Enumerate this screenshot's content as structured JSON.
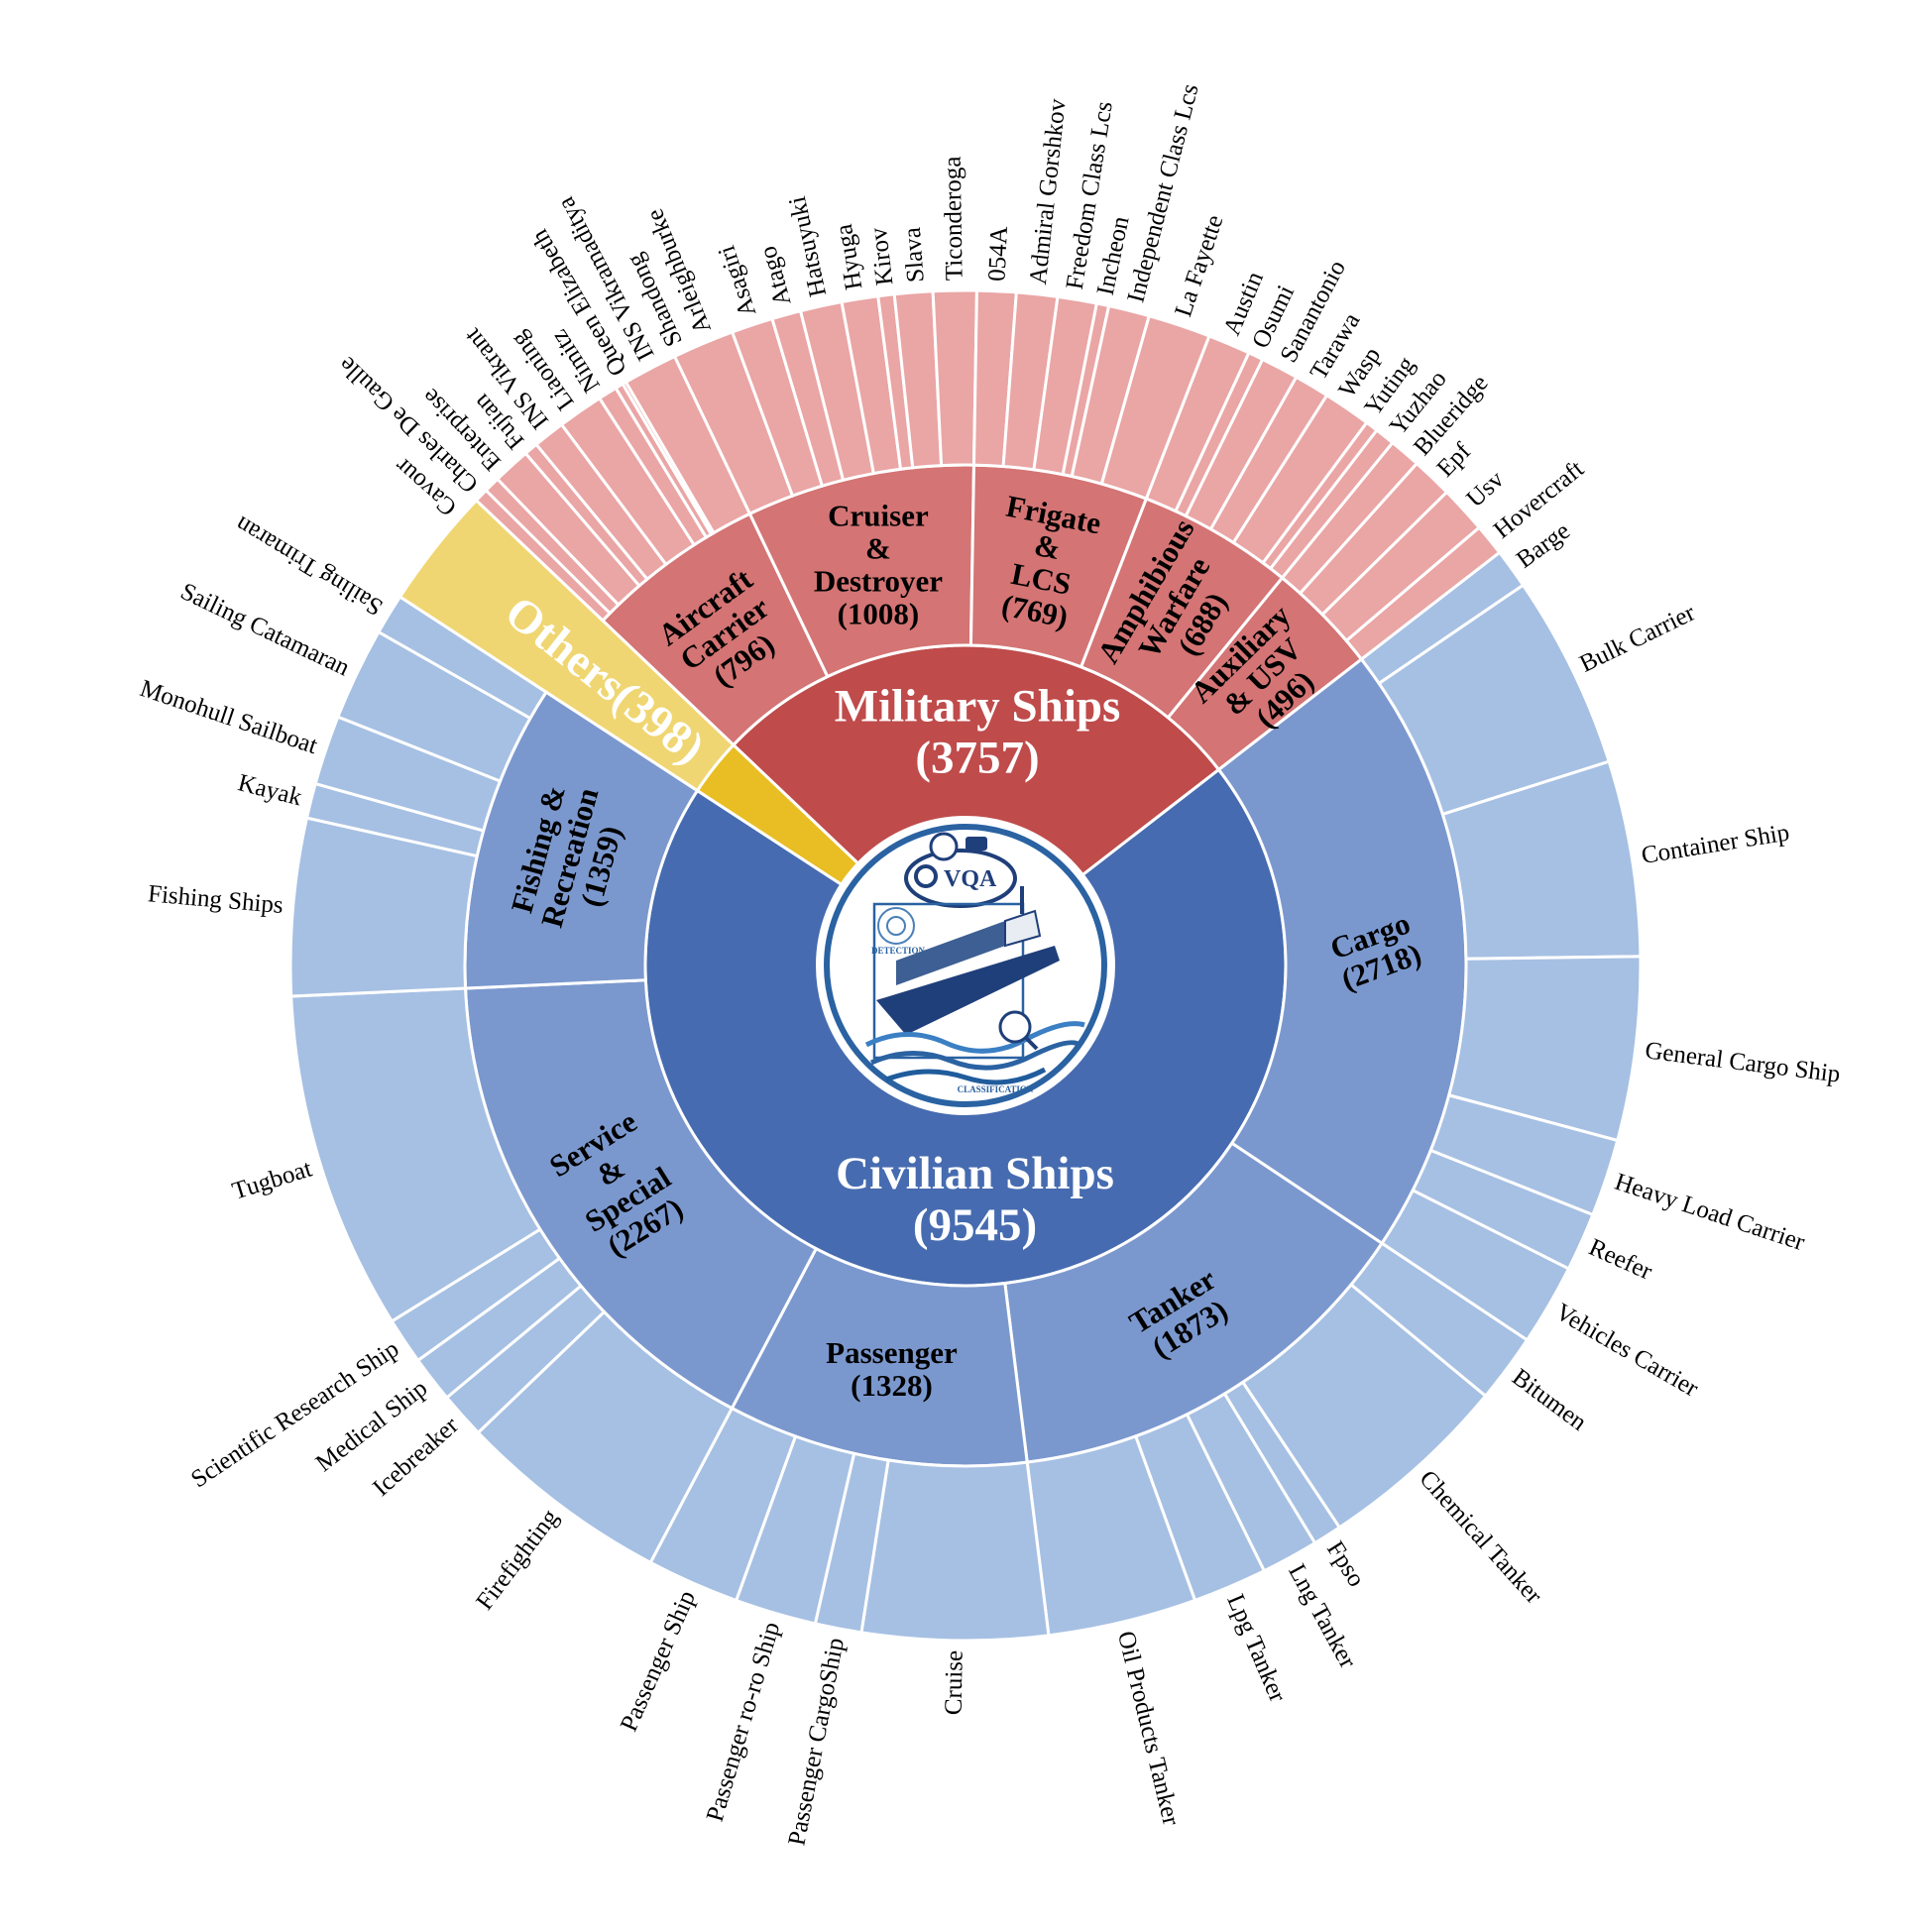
{
  "logo": {
    "texts": [
      "VQA",
      "DETECTION",
      "CLASSIFICATION"
    ],
    "colors": {
      "ring": "#2A62A2",
      "hull": "#1F3F7A",
      "water": "#3B7FC4"
    }
  },
  "colors": {
    "Others": [
      "#E8BE24",
      "#F0D672",
      "#F0D672"
    ],
    "Military Ships": [
      "#BF4B4B",
      "#D47474",
      "#EAA5A5"
    ],
    "Civilian Ships": [
      "#466BB0",
      "#7B98CE",
      "#A6C0E3"
    ]
  },
  "chart_data": {
    "type": "sunburst",
    "order": "clockwise",
    "children": [
      {
        "name": "Others",
        "value": 398,
        "label": "Others(398)",
        "children": []
      },
      {
        "name": "Military Ships",
        "value": 3757,
        "label_lines": [
          "Military Ships",
          "(3757)"
        ],
        "children": [
          {
            "name": "Aircraft Carrier",
            "value": 796,
            "label_lines": [
              "Aircraft",
              "Carrier",
              "(796)"
            ],
            "children": [
              {
                "name": "Cavour",
                "value": 45
              },
              {
                "name": "Charles De Gaulle",
                "value": 52
              },
              {
                "name": "Enterprise",
                "value": 123
              },
              {
                "name": "Fujian",
                "value": 45
              },
              {
                "name": "INS Vikrant",
                "value": 104
              },
              {
                "name": "Liaoning",
                "value": 149
              },
              {
                "name": "Nimitz",
                "value": 62
              },
              {
                "name": "Queen Elizabeth",
                "value": 26
              },
              {
                "name": "INS Vikramaditya",
                "value": 12
              },
              {
                "name": "Shandong",
                "value": 178
              }
            ]
          },
          {
            "name": "Cruiser & Destroyer",
            "value": 1008,
            "label_lines": [
              "Cruiser",
              "&",
              "Destroyer",
              "(1008)"
            ],
            "children": [
              {
                "name": "Arleighburke",
                "value": 202
              },
              {
                "name": "Asagiri",
                "value": 136
              },
              {
                "name": "Atago",
                "value": 95
              },
              {
                "name": "Hatsuyuki",
                "value": 136
              },
              {
                "name": "Hyuga",
                "value": 119
              },
              {
                "name": "Kirov",
                "value": 53
              },
              {
                "name": "Slava",
                "value": 125
              },
              {
                "name": "Ticonderoga",
                "value": 142
              }
            ]
          },
          {
            "name": "Frigate & LCS",
            "value": 769,
            "label_lines": [
              "Frigate",
              "&",
              "LCS",
              "(769)"
            ],
            "children": [
              {
                "name": "054A",
                "value": 128
              },
              {
                "name": "Admiral Gorshkov",
                "value": 134
              },
              {
                "name": "Freedom Class Lcs",
                "value": 128
              },
              {
                "name": "Incheon",
                "value": 40
              },
              {
                "name": "Independent Class Lcs",
                "value": 134
              },
              {
                "name": "La Fayette",
                "value": 205
              }
            ]
          },
          {
            "name": "Amphibious Warfare",
            "value": 688,
            "label_lines": [
              "Amphibious",
              "Warfare",
              "(688)"
            ],
            "children": [
              {
                "name": "Austin",
                "value": 139
              },
              {
                "name": "Osumi",
                "value": 49
              },
              {
                "name": "Sanantonio",
                "value": 123
              },
              {
                "name": "Tarawa",
                "value": 115
              },
              {
                "name": "Wasp",
                "value": 156
              },
              {
                "name": "Yuting",
                "value": 41
              },
              {
                "name": "Yuzhao",
                "value": 65
              }
            ]
          },
          {
            "name": "Auxiliary & USV",
            "value": 496,
            "label_lines": [
              "Auxiliary",
              "& USV",
              "(496)"
            ],
            "children": [
              {
                "name": "Blueridge",
                "value": 103
              },
              {
                "name": "Epf",
                "value": 134
              },
              {
                "name": "Usv",
                "value": 155
              },
              {
                "name": "Hovercraft",
                "value": 104
              }
            ]
          }
        ]
      },
      {
        "name": "Civilian Ships",
        "value": 9545,
        "label_lines": [
          "Civilian Ships",
          "(9545)"
        ],
        "children": [
          {
            "name": "Cargo",
            "value": 2718,
            "label_lines": [
              "Cargo",
              "(2718)"
            ],
            "children": [
              {
                "name": "Barge",
                "value": 130
              },
              {
                "name": "Bulk Carrier",
                "value": 636
              },
              {
                "name": "Container Ship",
                "value": 640
              },
              {
                "name": "General Cargo Ship",
                "value": 601
              },
              {
                "name": "Heavy Load Carrier",
                "value": 253
              },
              {
                "name": "Reefer",
                "value": 191
              },
              {
                "name": "Vehicles Carrier",
                "value": 267
              }
            ]
          },
          {
            "name": "Tanker",
            "value": 1873,
            "label_lines": [
              "Tanker",
              "(1873)"
            ],
            "children": [
              {
                "name": "Bitumen",
                "value": 225
              },
              {
                "name": "Chemical Tanker",
                "value": 637
              },
              {
                "name": "Fpso",
                "value": 94
              },
              {
                "name": "Lng Tanker",
                "value": 187
              },
              {
                "name": "Lpg Tanker",
                "value": 243
              },
              {
                "name": "Oil Products Tanker",
                "value": 487
              }
            ]
          },
          {
            "name": "Passenger",
            "value": 1328,
            "label_lines": [
              "Passenger",
              "(1328)"
            ],
            "children": [
              {
                "name": "Cruise",
                "value": 607
              },
              {
                "name": "Passenger CargoShip",
                "value": 152
              },
              {
                "name": "Passenger ro-ro Ship",
                "value": 266
              },
              {
                "name": "Passenger Ship",
                "value": 303
              }
            ]
          },
          {
            "name": "Service & Special",
            "value": 2267,
            "label_lines": [
              "Service",
              "&",
              "Special",
              "(2267)"
            ],
            "children": [
              {
                "name": "Firefighting",
                "value": 700
              },
              {
                "name": "Icebreaker",
                "value": 152
              },
              {
                "name": "Medical Ship",
                "value": 152
              },
              {
                "name": "Scientific Research Ship",
                "value": 152
              },
              {
                "name": "Tugboat",
                "value": 1111
              }
            ]
          },
          {
            "name": "Fishing & Recreation",
            "value": 1359,
            "label_lines": [
              "Fishing &",
              "Recreation",
              "(1359)"
            ],
            "children": [
              {
                "name": "Fishing Ships",
                "value": 580
              },
              {
                "name": "Kayak",
                "value": 114
              },
              {
                "name": "Monohull Sailboat",
                "value": 228
              },
              {
                "name": "Sailing Catamaran",
                "value": 304
              },
              {
                "name": "Sailing Trimaran",
                "value": 133
              }
            ]
          }
        ]
      }
    ]
  }
}
